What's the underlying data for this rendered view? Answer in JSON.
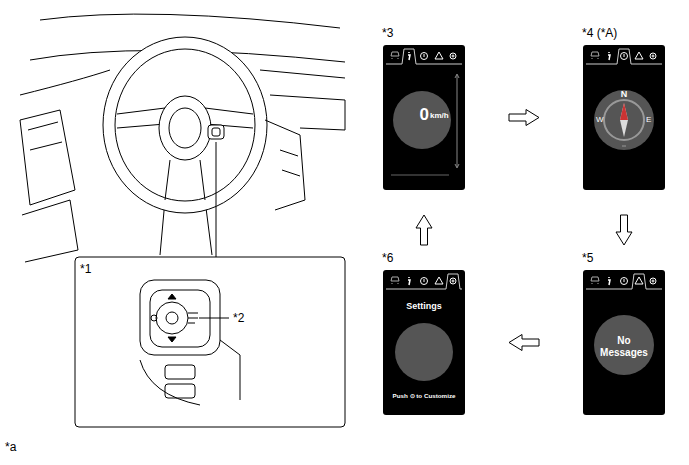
{
  "diagram": {
    "nodes": [
      {
        "text": [
          "*3",
          "0",
          "km/h"
        ]
      },
      {
        "text": [
          "*4 (*A)",
          "N",
          "W",
          "E"
        ]
      },
      {
        "text": [
          "*6",
          "Settings",
          "Push ⊙ to Customize"
        ]
      },
      {
        "text": [
          "*5",
          "No Messages"
        ]
      }
    ],
    "edges": [
      {
        "from": 0,
        "to": 1,
        "arrow": "to"
      },
      {
        "from": 1,
        "to": 3,
        "arrow": "to"
      },
      {
        "from": 3,
        "to": 2,
        "arrow": "to"
      },
      {
        "from": 2,
        "to": 0,
        "arrow": "to"
      }
    ],
    "labels": [
      "*1",
      "*2",
      "*a"
    ]
  }
}
